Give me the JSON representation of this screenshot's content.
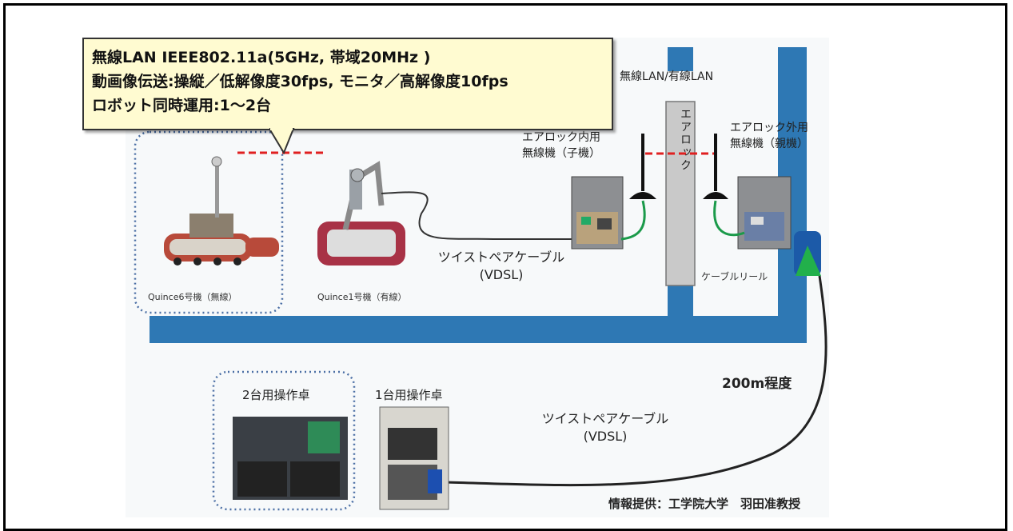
{
  "callout": {
    "line1": "無線LAN IEEE802.11a(5GHz, 帯域20MHz )",
    "line2": "動画像伝送:操縦／低解像度30fps, モニタ／高解像度10fps",
    "line3": "ロボット同時運用:1〜2台"
  },
  "labels": {
    "lan": "無線LAN/有線LAN",
    "airlock_inner": "エアロック内用",
    "airlock_inner_sub": "無線機（子機）",
    "airlock_outer": "エアロック外用",
    "airlock_outer_sub": "無線機（親機）",
    "airlock": "エアロック",
    "quince6": "Quince6号機（無線）",
    "quince1": "Quince1号機（有線）",
    "cable_top": "ツイストペアケーブル",
    "cable_top_sub": "(VDSL)",
    "cable_reel": "ケーブルリール",
    "distance": "200m程度",
    "console2": "2台用操作卓",
    "console1": "1台用操作卓",
    "cable_bottom": "ツイストペアケーブル",
    "cable_bottom_sub": "(VDSL)",
    "credit": "情報提供：工学院大学　羽田准教授"
  },
  "colors": {
    "wall": "#2e78b4",
    "airlock": "#c9c9c9",
    "radio_link": "#e02020",
    "callout_bg": "#fffbd1"
  }
}
